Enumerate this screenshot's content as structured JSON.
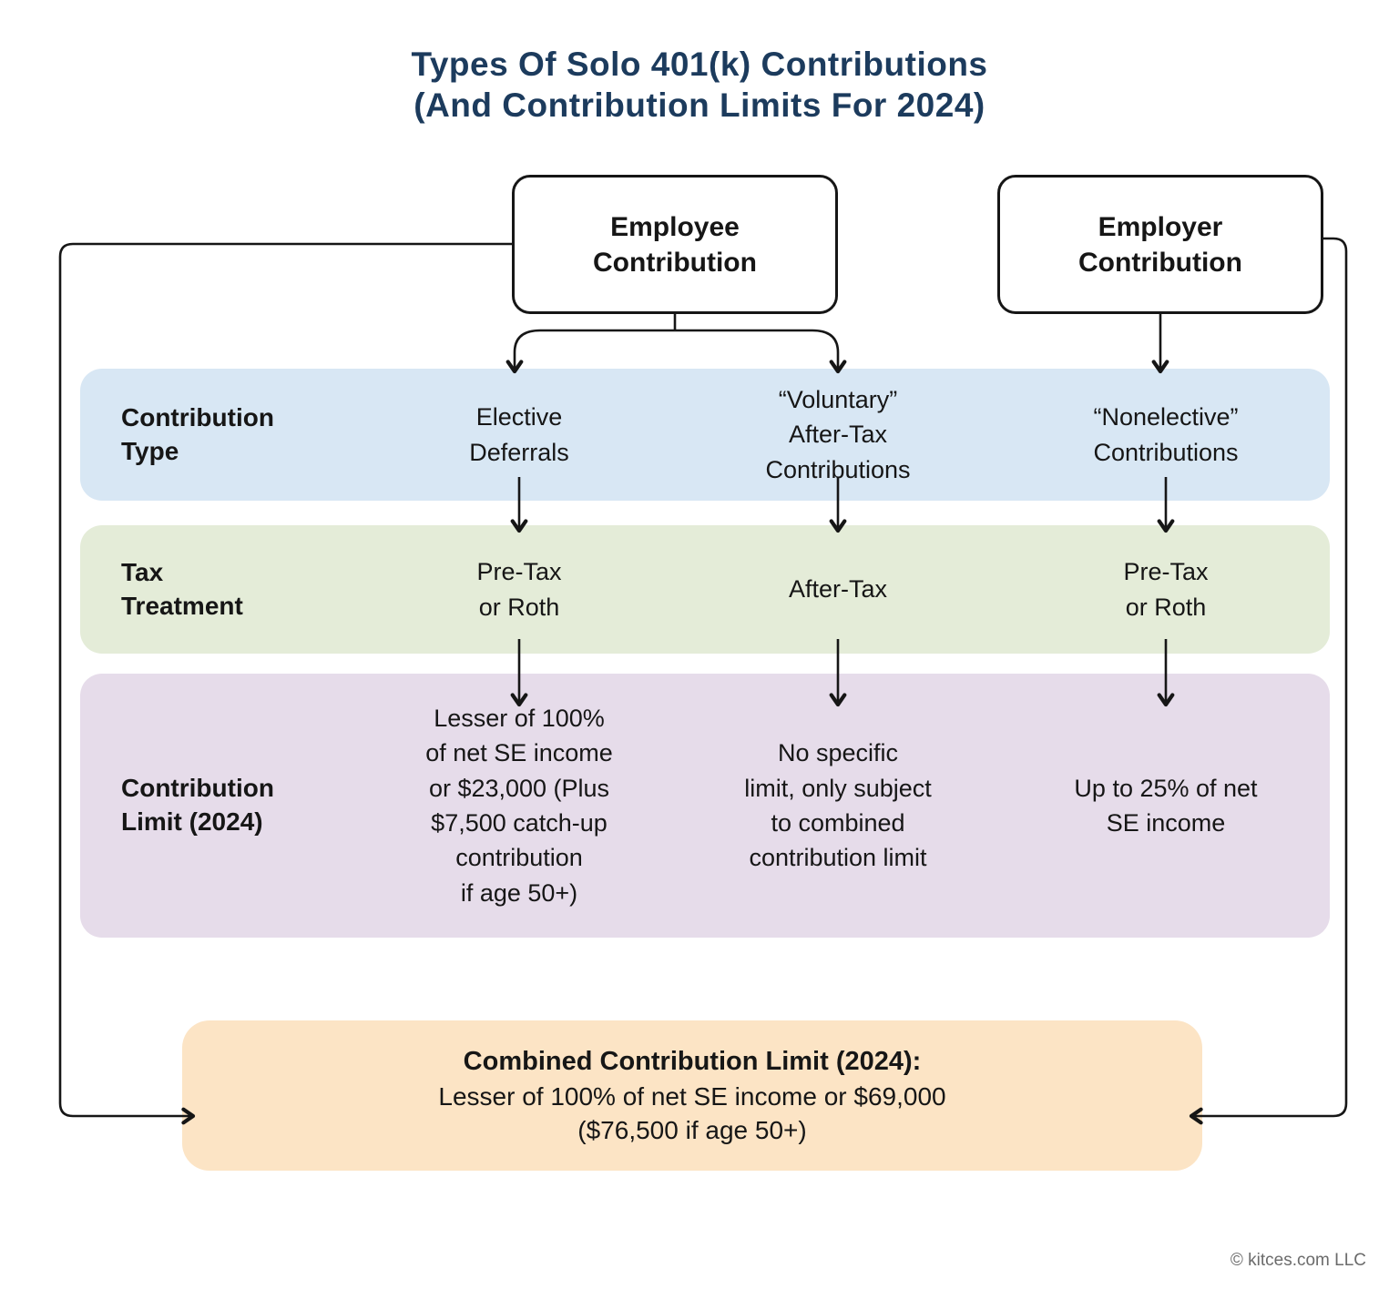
{
  "title": {
    "text": "Types Of Solo 401(k) Contributions\n(And Contribution Limits For 2024)"
  },
  "top_boxes": {
    "employee": "Employee\nContribution",
    "employer": "Employer\nContribution"
  },
  "rows": {
    "contribution_type": {
      "label": "Contribution\nType",
      "elective": "Elective\nDeferrals",
      "voluntary": "“Voluntary”\nAfter-Tax\nContributions",
      "nonelective": "“Nonelective”\nContributions"
    },
    "tax_treatment": {
      "label": "Tax\nTreatment",
      "elective": "Pre-Tax\nor Roth",
      "voluntary": "After-Tax",
      "nonelective": "Pre-Tax\nor Roth"
    },
    "contribution_limit": {
      "label": "Contribution\nLimit (2024)",
      "elective": "Lesser of 100%\nof net SE income\nor $23,000 (Plus\n$7,500 catch-up\ncontribution\nif age 50+)",
      "voluntary": "No specific\nlimit, only subject\nto combined\ncontribution limit",
      "nonelective": "Up to 25% of net\nSE income"
    }
  },
  "combined_limit": {
    "heading": "Combined Contribution Limit (2024):",
    "line1": "Lesser of 100% of net SE income or $69,000",
    "line2": "($76,500 if age 50+)"
  },
  "footer": {
    "copyright": "© kitces.com LLC"
  },
  "colors": {
    "title": "#1c3b5d",
    "band_contribution_type": "#d8e7f4",
    "band_tax_treatment": "#e4ecd8",
    "band_contribution_limit": "#e6dcea",
    "combined_box": "#fce4c5",
    "line": "#161616"
  }
}
